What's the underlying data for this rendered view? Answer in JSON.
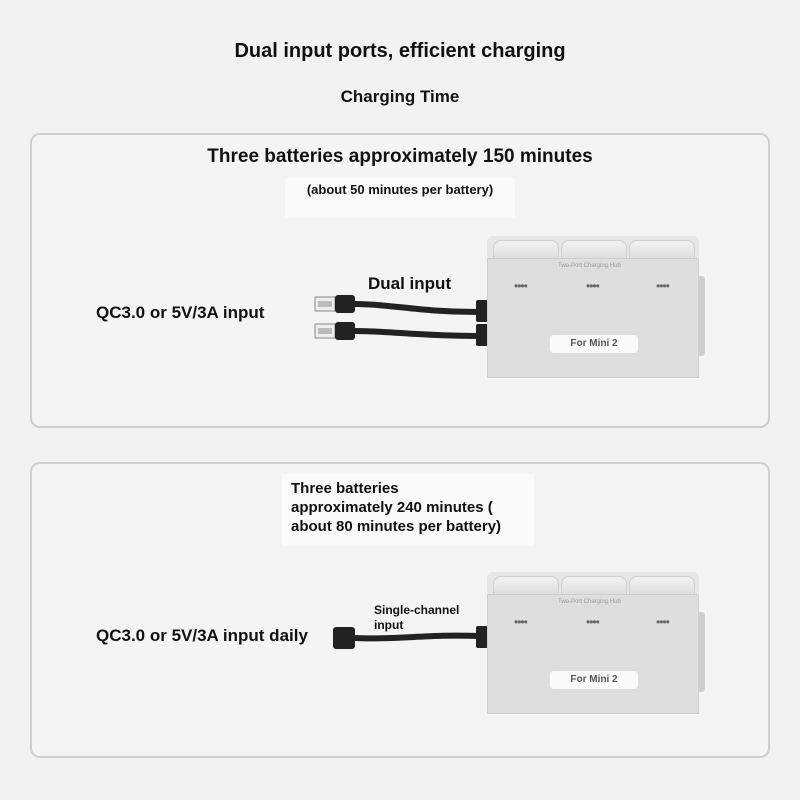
{
  "header": {
    "title": "Dual input ports, efficient charging",
    "subtitle": "Charging Time"
  },
  "panel_dual": {
    "headline": "Three batteries approximately 150 minutes",
    "subnote": "(about 50 minutes per battery)",
    "cable_label": "Dual input",
    "source_label": "QC3.0 or 5V/3A input",
    "hub_print": "Two-Port Charging Hub",
    "hub_badge": "For Mini 2"
  },
  "panel_single": {
    "headline_line1": "Three batteries",
    "headline_line2": "approximately 240 minutes (",
    "headline_line3": "about 80 minutes per battery)",
    "cable_label_line1": "Single-channel",
    "cable_label_line2": "input",
    "source_label": "QC3.0 or 5V/3A input daily",
    "hub_print": "Two-Port Charging Hub",
    "hub_badge": "For Mini 2"
  }
}
